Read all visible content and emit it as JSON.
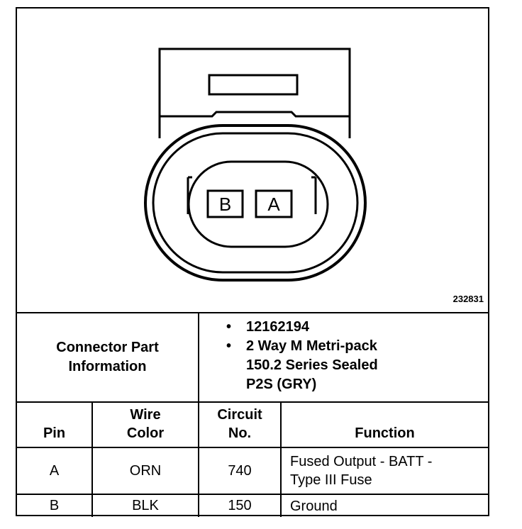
{
  "figure": {
    "id": "232831",
    "pins": [
      {
        "label": "B"
      },
      {
        "label": "A"
      }
    ]
  },
  "connector_info": {
    "label_line1": "Connector Part",
    "label_line2": "Information",
    "part_number": "12162194",
    "description_line1": "2 Way M Metri-pack",
    "description_line2": "150.2 Series Sealed",
    "description_line3": "P2S (GRY)"
  },
  "table": {
    "headers": {
      "pin": "Pin",
      "wire_color_line1": "Wire",
      "wire_color_line2": "Color",
      "circuit_line1": "Circuit",
      "circuit_line2": "No.",
      "function": "Function"
    },
    "rows": [
      {
        "pin": "A",
        "wire_color": "ORN",
        "circuit": "740",
        "function_line1": "Fused Output - BATT -",
        "function_line2": "Type III Fuse"
      },
      {
        "pin": "B",
        "wire_color": "BLK",
        "circuit": "150",
        "function_line1": "Ground",
        "function_line2": ""
      }
    ]
  }
}
